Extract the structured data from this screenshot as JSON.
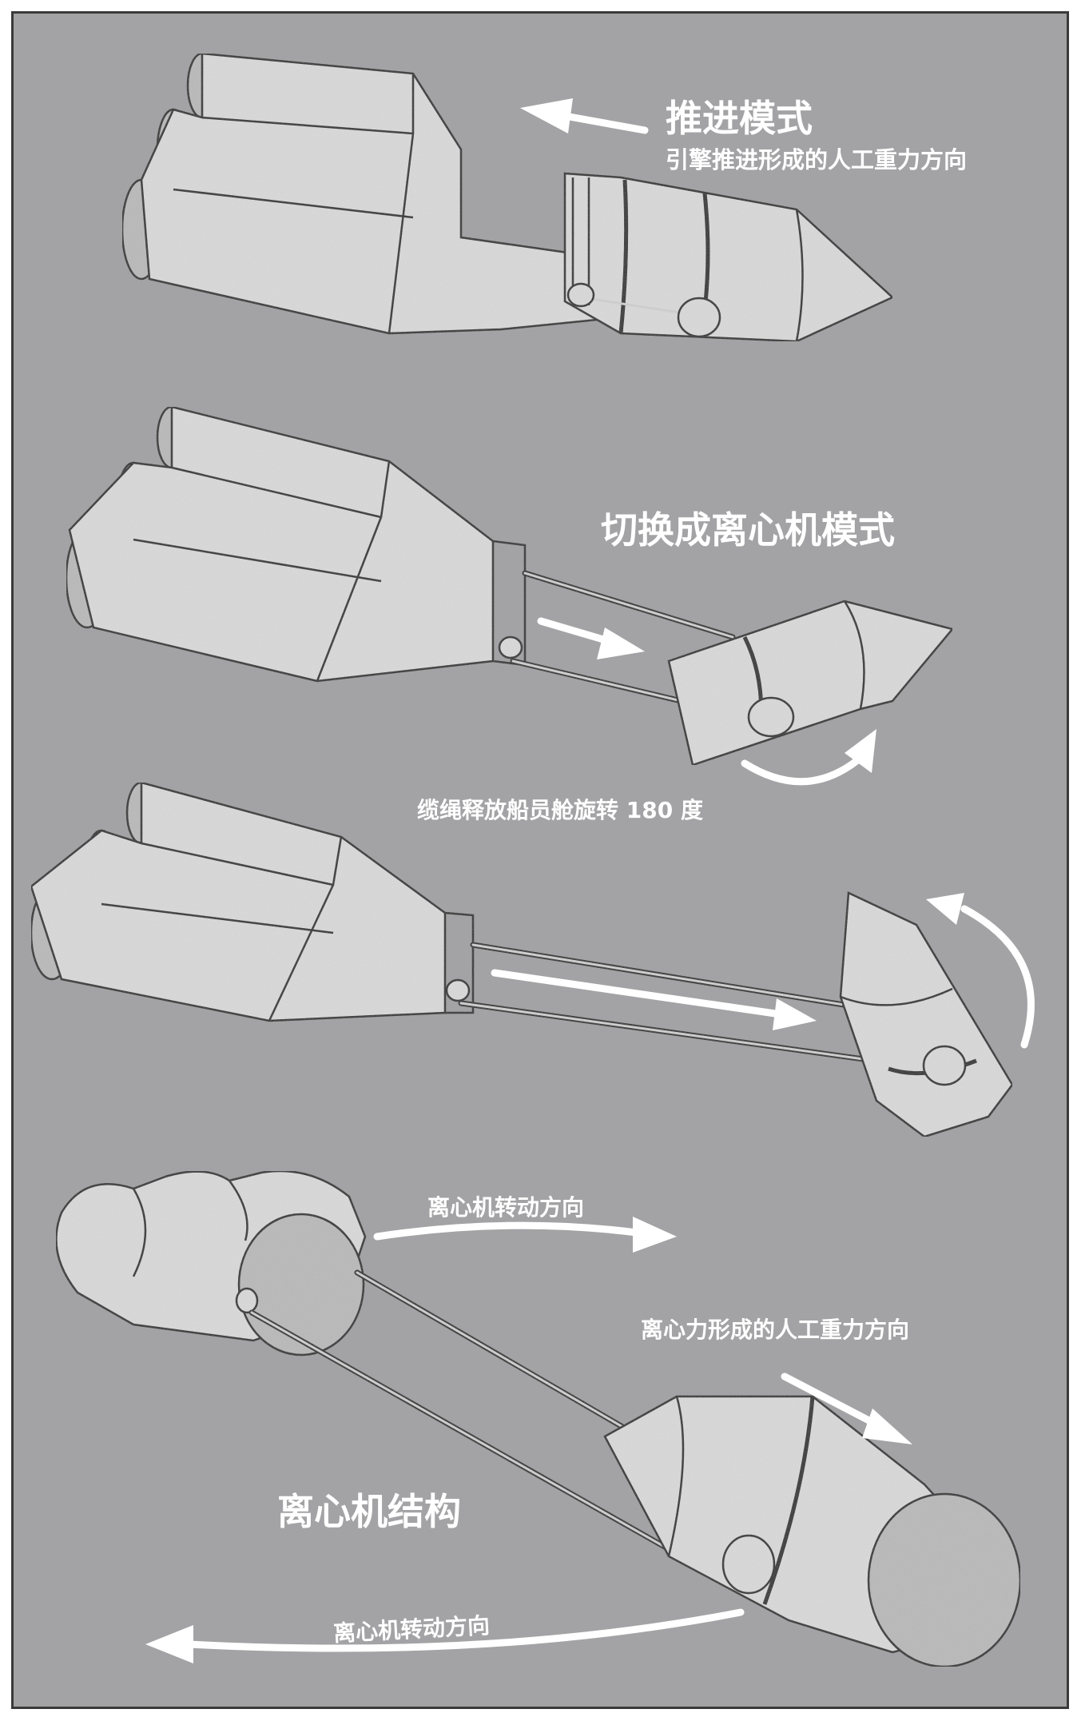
{
  "stage1": {
    "title": "推进模式",
    "subtitle": "引擎推进形成的人工重力方向"
  },
  "stage2": {
    "title": "切换成离心机模式",
    "caption": "缆绳释放船员舱旋转 180 度"
  },
  "stage4": {
    "title": "离心机结构",
    "rotation_label_top": "离心机转动方向",
    "force_label": "离心力形成的人工重力方向",
    "rotation_label_bottom": "离心机转动方向"
  },
  "colors": {
    "background": "#a3a3a5",
    "spacecraft_fill": "#d9d9d9",
    "outline": "#2a2a2a",
    "text_and_arrows": "#ffffff"
  }
}
